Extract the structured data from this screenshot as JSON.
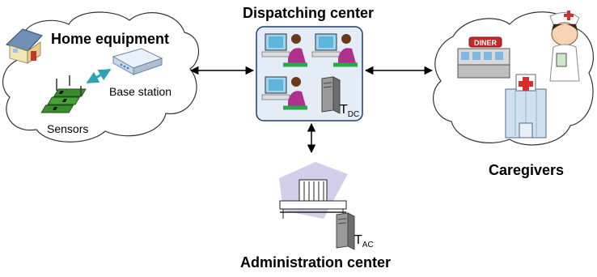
{
  "diagram": {
    "home_equipment": {
      "title": "Home equipment",
      "base_station_label": "Base station",
      "sensors_label": "Sensors",
      "icons": [
        "house-icon",
        "router-icon",
        "sensor-boards-icon"
      ]
    },
    "dispatching_center": {
      "title": "Dispatching center",
      "server_label_main": "T",
      "server_label_sub": "DC",
      "icons": [
        "operator-workstation-icon",
        "server-tower-icon"
      ]
    },
    "caregivers": {
      "title": "Caregivers",
      "diner_sign": "DINER",
      "icons": [
        "nurse-icon",
        "diner-icon",
        "hospital-icon"
      ]
    },
    "administration_center": {
      "title": "Administration center",
      "server_label_main": "T",
      "server_label_sub": "AC",
      "icons": [
        "office-building-icon",
        "server-tower-icon"
      ]
    },
    "colors": {
      "dispatch_box_fill": "#e4edf7",
      "dispatch_box_stroke": "#1f3d66",
      "cloud_stroke": "#333333",
      "arrow": "#000000",
      "link_arrow": "#2aa2b8"
    }
  }
}
